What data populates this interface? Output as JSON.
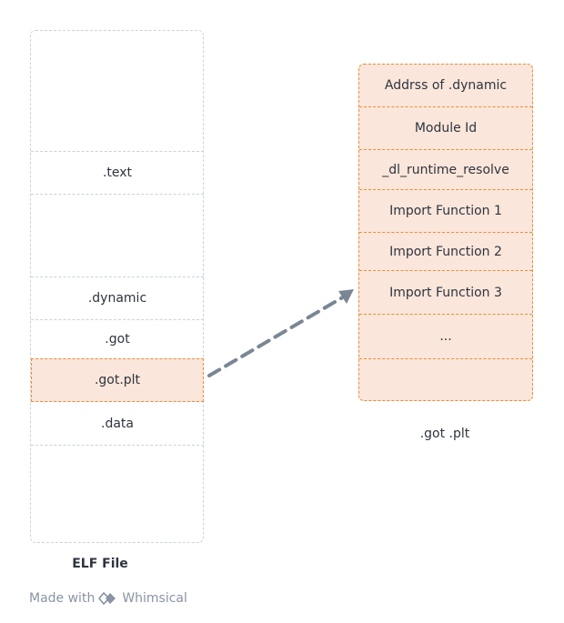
{
  "elf_file": {
    "caption": "ELF File",
    "sections": [
      {
        "label": ".text"
      },
      {
        "label": ".dynamic"
      },
      {
        "label": ".got"
      },
      {
        "label": ".got.plt"
      },
      {
        "label": ".data"
      }
    ]
  },
  "got_plt": {
    "caption": ".got .plt",
    "entries": [
      {
        "label": "Addrss of .dynamic"
      },
      {
        "label": "Module Id"
      },
      {
        "label": "_dl_runtime_resolve"
      },
      {
        "label": "Import Function 1"
      },
      {
        "label": "Import Function 2"
      },
      {
        "label": "Import Function 3"
      },
      {
        "label": "..."
      },
      {
        "label": ""
      }
    ]
  },
  "footer": {
    "text": "Made with",
    "brand": "Whimsical",
    "logo_icon": "whimsical-logo-icon"
  },
  "colors": {
    "highlight_fill": "#fae6da",
    "highlight_border": "#ef8b3b",
    "neutral_border": "#c9d3de",
    "arrow": "#7b8694"
  }
}
